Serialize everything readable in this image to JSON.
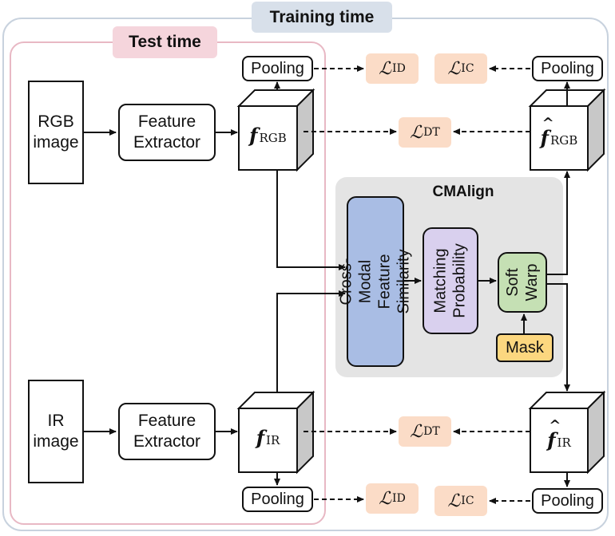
{
  "frames": {
    "training_time": "Training time",
    "test_time": "Test time"
  },
  "inputs": {
    "rgb": "RGB image",
    "ir": "IR image"
  },
  "modules": {
    "feature_extractor": "Feature Extractor",
    "pooling": "Pooling",
    "cmalign_title": "CMAlign",
    "cross_modal_similarity": "Cross-Modal Feature Similarity",
    "matching_probability": "Matching Probability",
    "soft_warp": "Soft Warp",
    "mask": "Mask"
  },
  "features": {
    "f_rgb_symbol": "f",
    "f_rgb_sub": "RGB",
    "f_ir_symbol": "f",
    "f_ir_sub": "IR",
    "fhat_rgb_symbol": "f",
    "fhat_rgb_sub": "RGB",
    "fhat_ir_symbol": "f",
    "fhat_ir_sub": "IR"
  },
  "losses": {
    "symbol": "ℒ",
    "id": "ID",
    "ic": "IC",
    "dt": "DT"
  },
  "colors": {
    "training_frame": "#c8d2de",
    "test_frame": "#e8b8c4",
    "loss_fill": "#fbdcc7",
    "similarity_fill": "#a9bde4",
    "matching_fill": "#d9d0ee",
    "warp_fill": "#c5e0b4",
    "mask_fill": "#fcd77f",
    "cmalign_fill": "#e4e4e4"
  }
}
